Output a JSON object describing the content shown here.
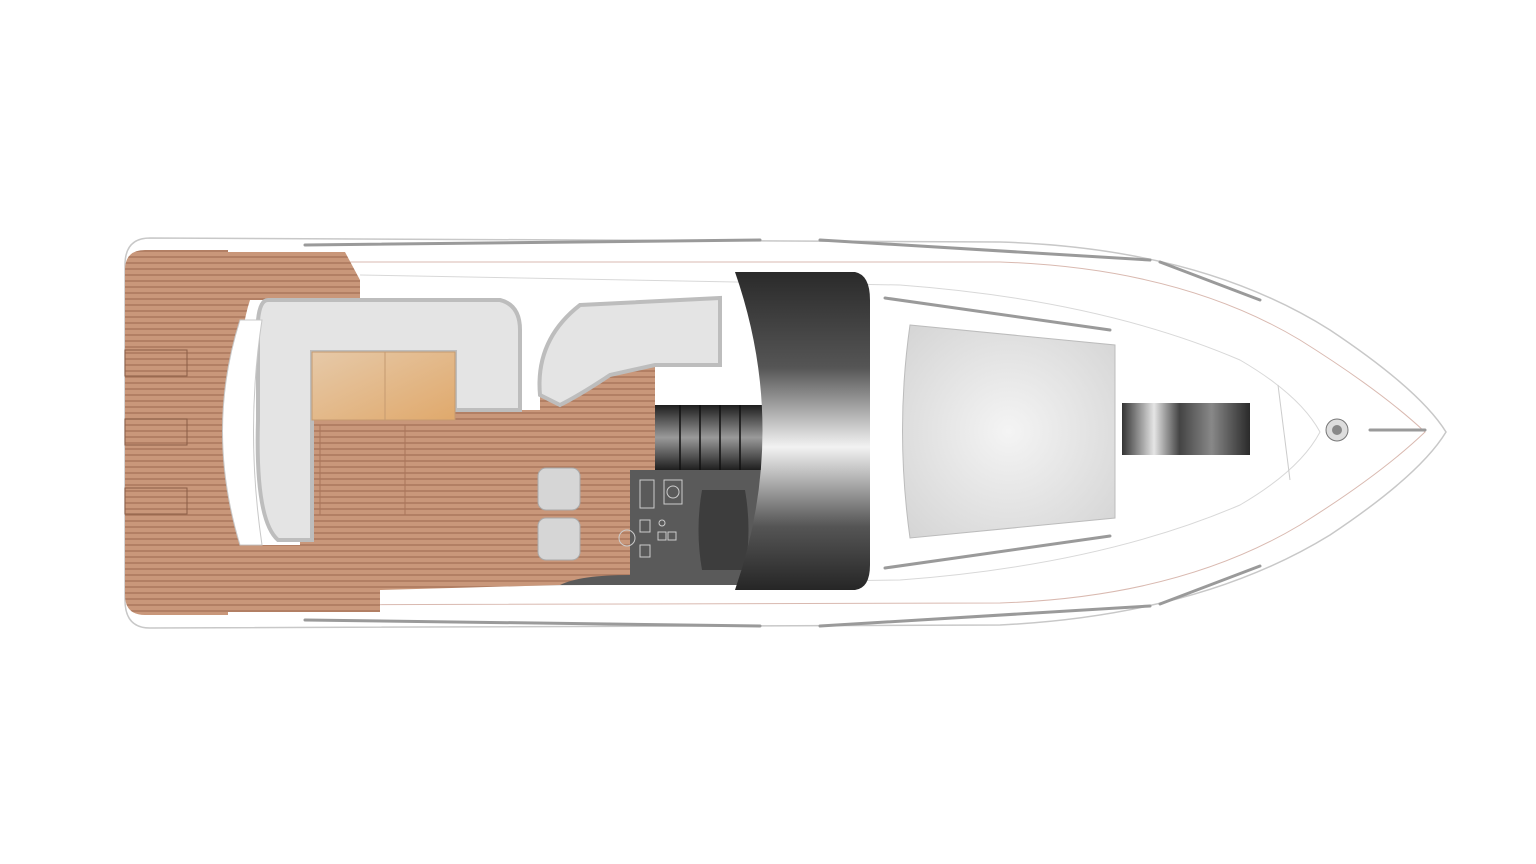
{
  "drawing": {
    "subject": "deck-plan",
    "colors": {
      "background": "#ffffff",
      "hull_line": "#c8c8c8",
      "accent_line": "#d9b9b0",
      "teak": "#c9977a",
      "teak_seam": "#a9755a",
      "upholstery": "#e4e4e4",
      "upholstery_edge": "#bdbdbd",
      "table": "#e2b98e",
      "windscreen_dark": "#2b2b2b",
      "console": "#5a5a5a",
      "hatch": "#3a3a3a"
    },
    "components": [
      "swim-platform",
      "cockpit-deck",
      "cockpit-seating",
      "cockpit-table",
      "helm-seats",
      "companionway-stairs",
      "helm-console",
      "windscreen",
      "foredeck-sunpad",
      "forward-hatch",
      "anchor"
    ]
  }
}
